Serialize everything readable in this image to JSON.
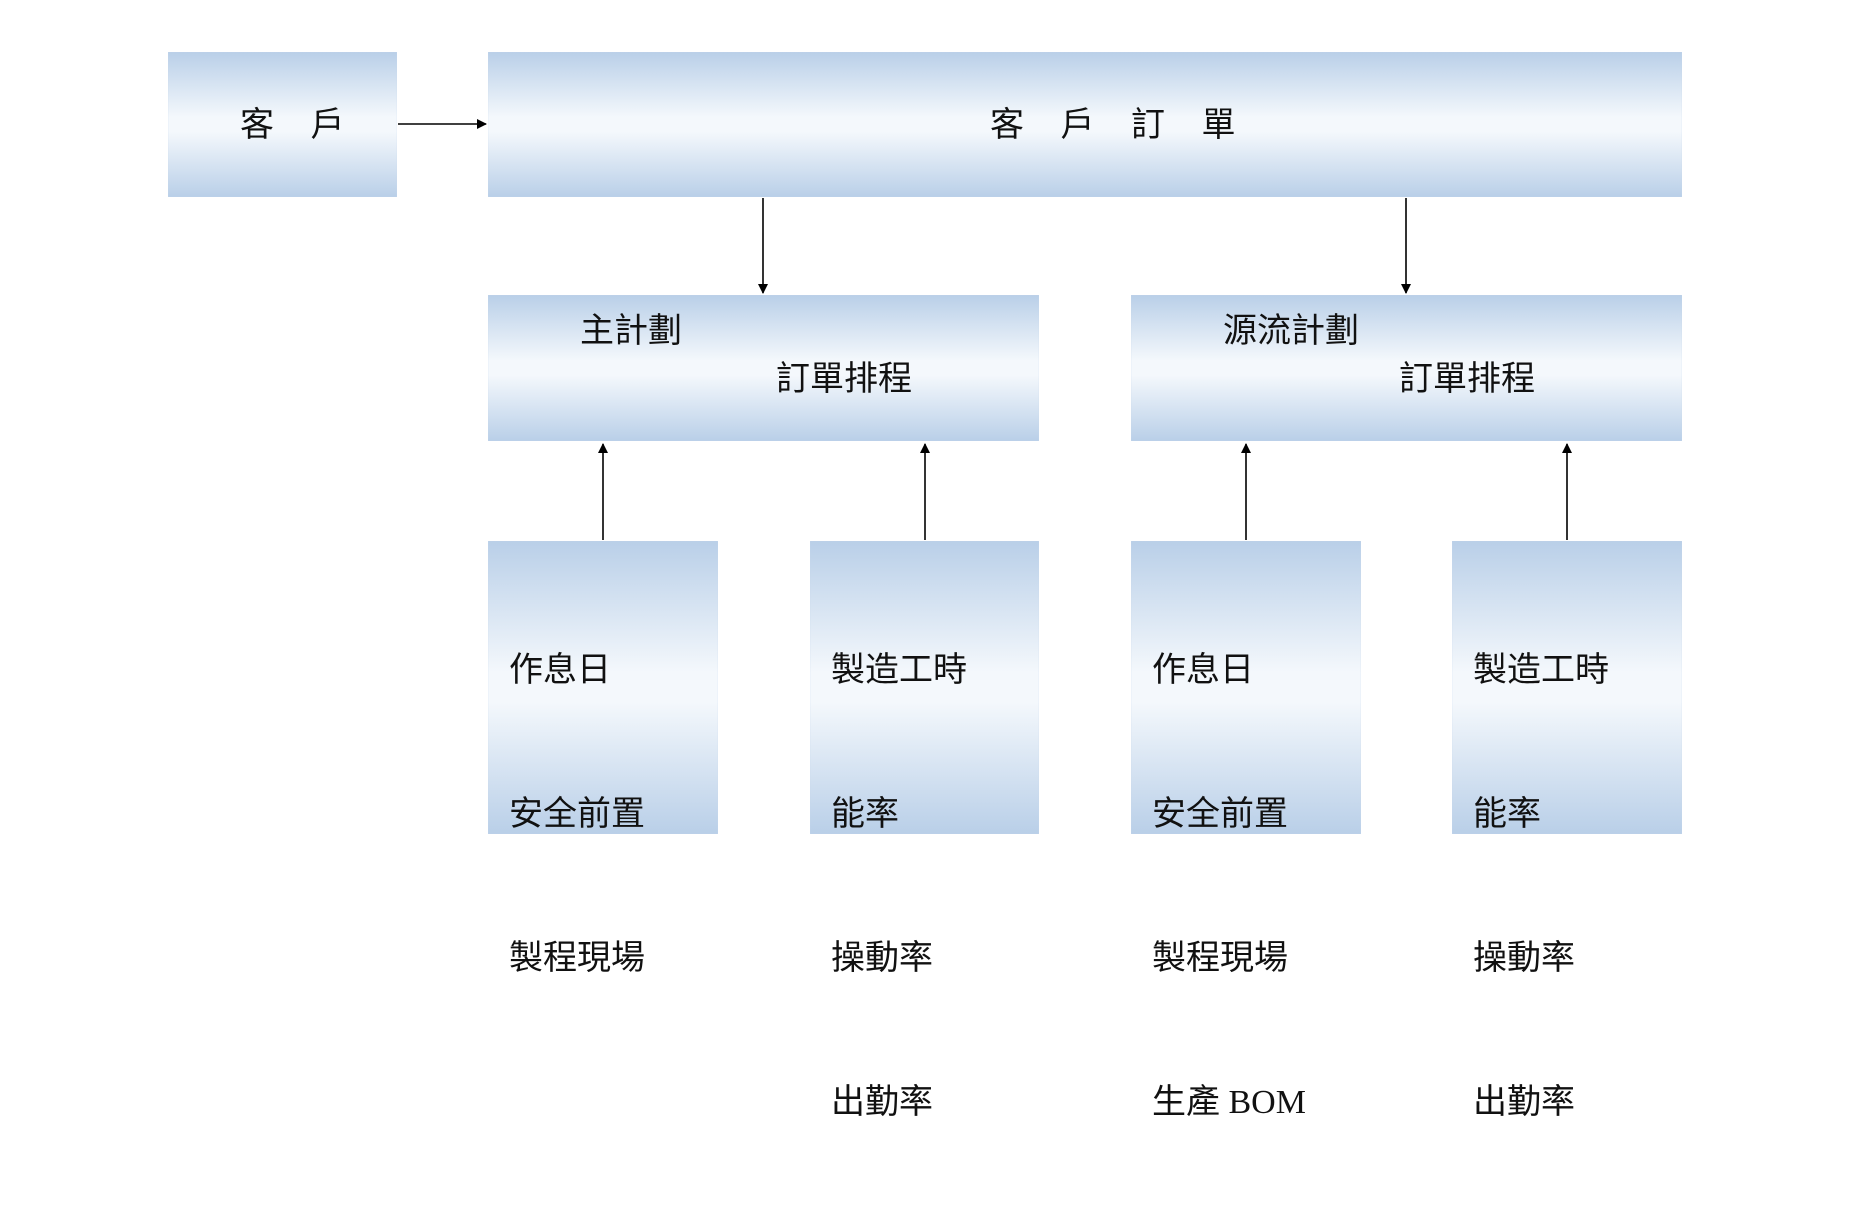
{
  "customer": "客 戶",
  "customer_order": "客 戶 訂 單",
  "plans": [
    {
      "title": "主計劃",
      "subtitle": "訂單排程"
    },
    {
      "title": "源流計劃",
      "subtitle": "訂單排程"
    }
  ],
  "inputs": [
    {
      "lines": [
        "作息日",
        "安全前置",
        "製程現場"
      ]
    },
    {
      "lines": [
        "製造工時",
        "能率",
        "操動率",
        "出勤率"
      ]
    },
    {
      "lines": [
        "作息日",
        "安全前置",
        "製程現場",
        "生產 BOM"
      ]
    },
    {
      "lines": [
        "製造工時",
        "能率",
        "操動率",
        "出勤率"
      ]
    }
  ]
}
